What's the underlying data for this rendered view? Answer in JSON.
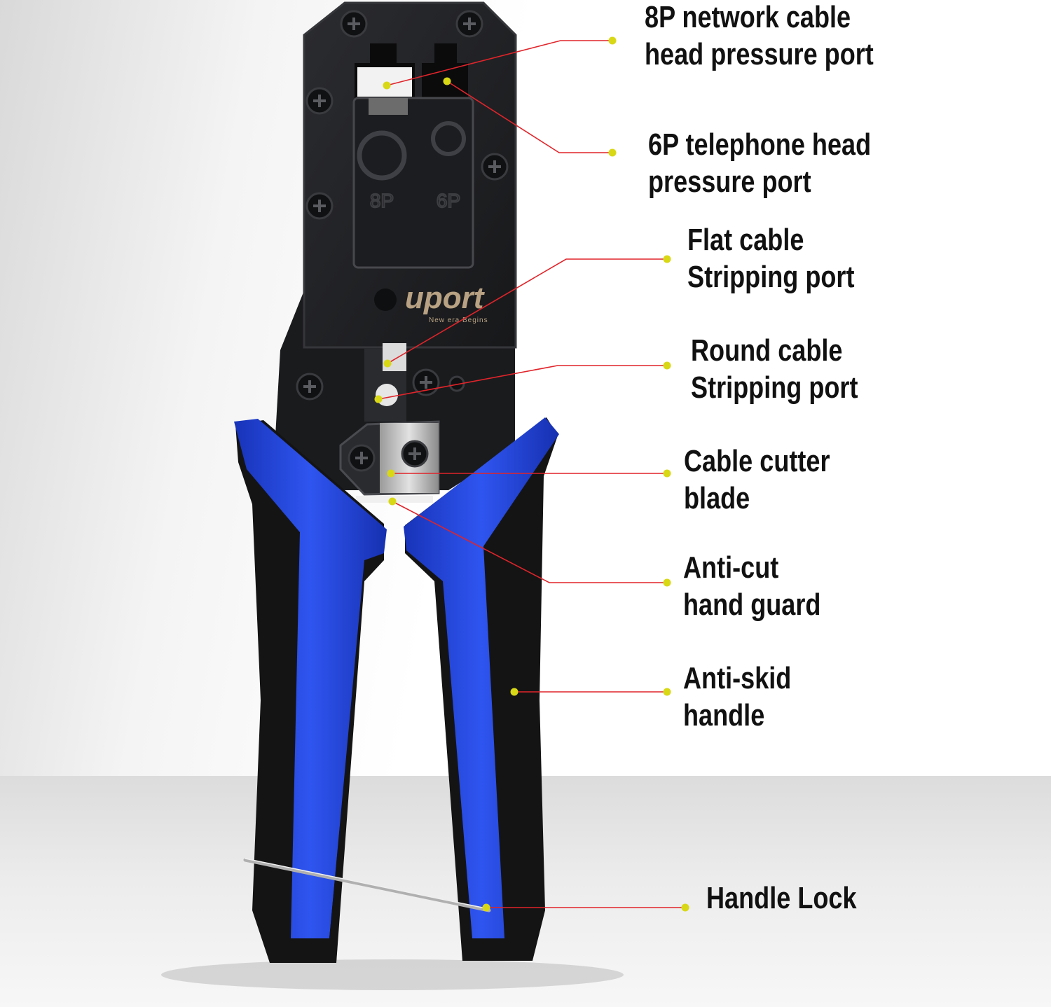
{
  "brand": {
    "name": "uport",
    "tagline": "New era Begins"
  },
  "die_markings": {
    "left": "8P",
    "right": "6P"
  },
  "callouts": [
    {
      "id": "8p-port",
      "lines": [
        "8P network cable",
        "head pressure port"
      ]
    },
    {
      "id": "6p-port",
      "lines": [
        "6P telephone head",
        "pressure port"
      ]
    },
    {
      "id": "flat-strip",
      "lines": [
        "Flat cable",
        "Stripping port"
      ]
    },
    {
      "id": "round-strip",
      "lines": [
        "Round cable",
        "Stripping port"
      ]
    },
    {
      "id": "cutter",
      "lines": [
        "Cable cutter",
        "blade"
      ]
    },
    {
      "id": "guard",
      "lines": [
        "Anti-cut",
        "hand guard"
      ]
    },
    {
      "id": "handle",
      "lines": [
        "Anti-skid",
        "handle"
      ]
    },
    {
      "id": "lock",
      "lines": [
        "Handle Lock"
      ]
    }
  ],
  "colors": {
    "leader_line": "#e0242a",
    "leader_dot": "#d8d816",
    "grip_blue": "#1f3fd0",
    "grip_black": "#141414",
    "body_metal": "#1e1f22"
  }
}
